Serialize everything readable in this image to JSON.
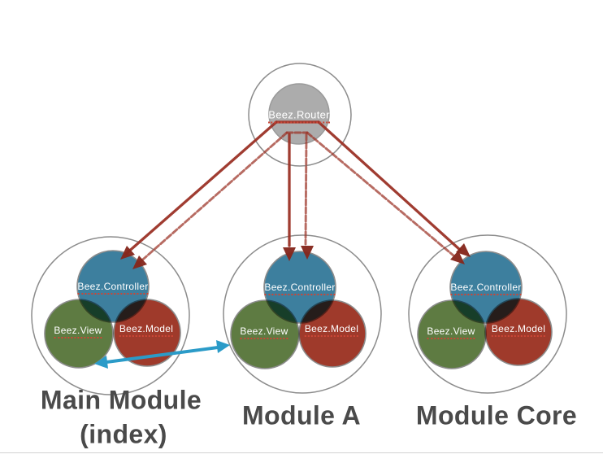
{
  "router": {
    "label": "Beez.Router"
  },
  "modules": [
    {
      "title_line1": "Main Module",
      "title_line2": "(index)",
      "controller": "Beez.Controller",
      "view": "Beez.View",
      "model": "Beez.Model"
    },
    {
      "title_line1": "Module A",
      "title_line2": "",
      "controller": "Beez.Controller",
      "view": "Beez.View",
      "model": "Beez.Model"
    },
    {
      "title_line1": "Module Core",
      "title_line2": "",
      "controller": "Beez.Controller",
      "view": "Beez.View",
      "model": "Beez.Model"
    }
  ],
  "colors": {
    "background": "#FFFFFF",
    "controller_fill": "#3D7F9E",
    "view_fill": "#5E7B42",
    "model_fill": "#9F3A2B",
    "router_fill": "#ACACAC",
    "router_stroke": "#9A9A9A",
    "circle_stroke": "#8C8C8C",
    "red_arrow": "#9B3226",
    "red_arrow_head": "#85271C",
    "blue_arrow": "#2B9BC8",
    "underline": "#CC4636",
    "circle_label": "#FFFFFF",
    "module_label": "#4A4A4A",
    "divider": "#D2D2D2"
  }
}
